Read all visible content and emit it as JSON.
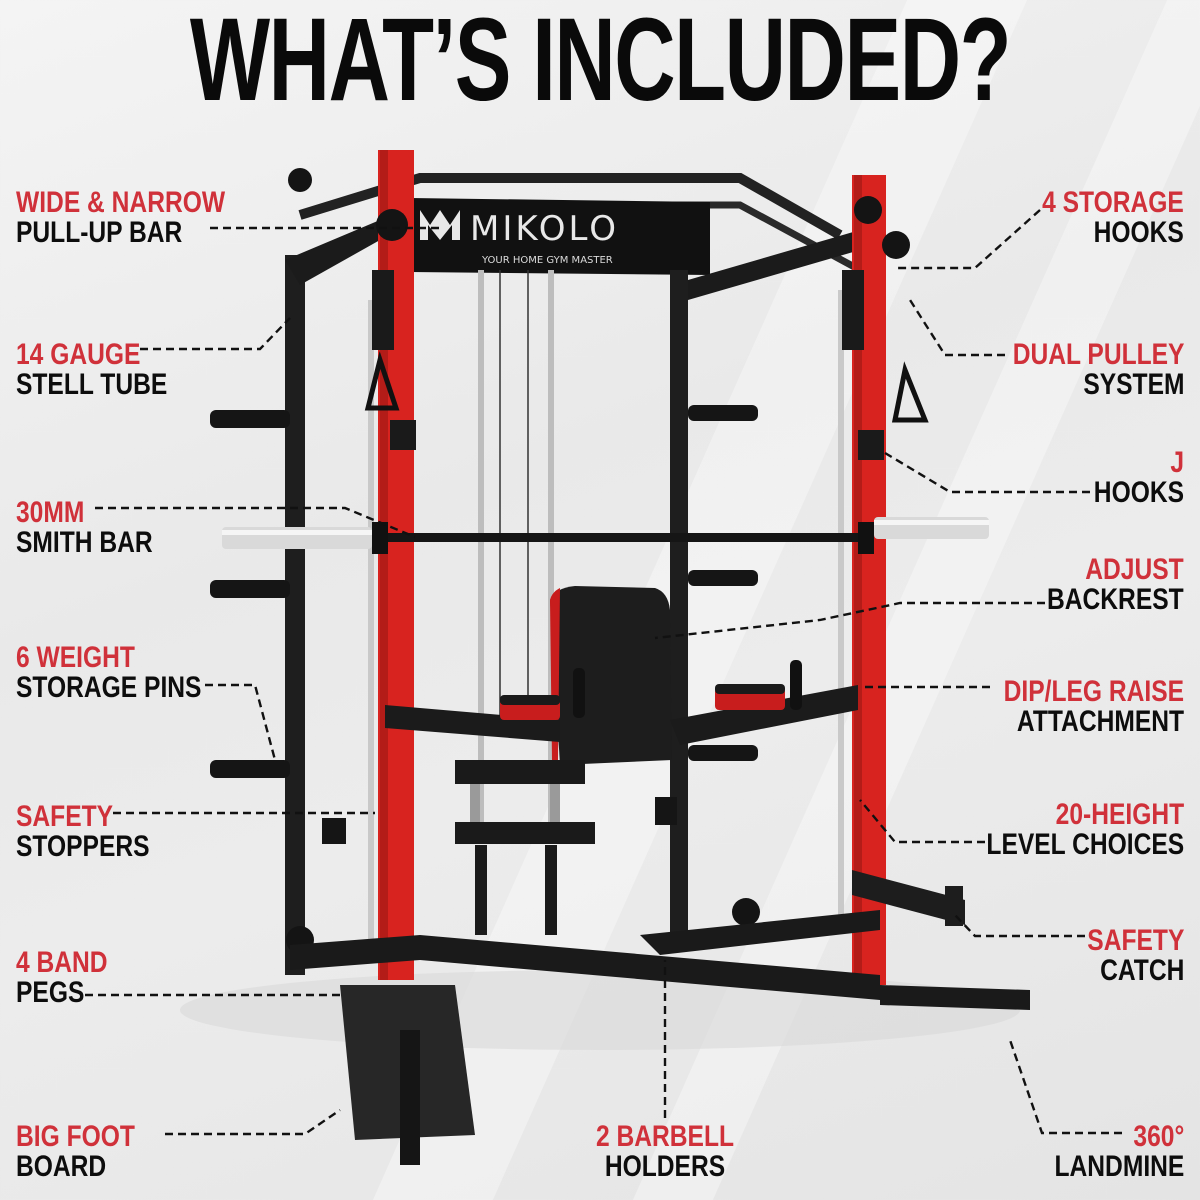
{
  "title": "WHAT’S INCLUDED?",
  "brand": {
    "logo_text": "MIKOLO",
    "tagline": "YOUR HOME GYM MASTER"
  },
  "colors": {
    "accent_red": "#d0313a",
    "text_black": "#0d0d0d",
    "frame_black": "#1c1c1c",
    "upright_red": "#d8231f",
    "background": "#ececec"
  },
  "features_left": [
    {
      "line1": "WIDE & NARROW",
      "line2": "PULL-UP BAR"
    },
    {
      "line1": "14 GAUGE",
      "line2": "STELL TUBE"
    },
    {
      "line1": "30MM",
      "line2": "SMITH BAR"
    },
    {
      "line1": "6 WEIGHT",
      "line2": "STORAGE PINS"
    },
    {
      "line1": "SAFETY",
      "line2": "STOPPERS"
    },
    {
      "line1": "4 BAND",
      "line2": "PEGS"
    },
    {
      "line1": "BIG FOOT",
      "line2": "BOARD"
    }
  ],
  "features_right": [
    {
      "line1": "4 STORAGE",
      "line2": "HOOKS"
    },
    {
      "line1": "DUAL PULLEY",
      "line2": "SYSTEM"
    },
    {
      "line1": "J",
      "line2": "HOOKS"
    },
    {
      "line1": "ADJUST",
      "line2": "BACKREST"
    },
    {
      "line1": "DIP/LEG RAISE",
      "line2": "ATTACHMENT"
    },
    {
      "line1": "20-HEIGHT",
      "line2": "LEVEL CHOICES"
    },
    {
      "line1": "SAFETY",
      "line2": "CATCH"
    },
    {
      "line1": "360°",
      "line2": "LANDMINE"
    }
  ],
  "features_bottom": [
    {
      "line1": "2 BARBELL",
      "line2": "HOLDERS"
    }
  ]
}
